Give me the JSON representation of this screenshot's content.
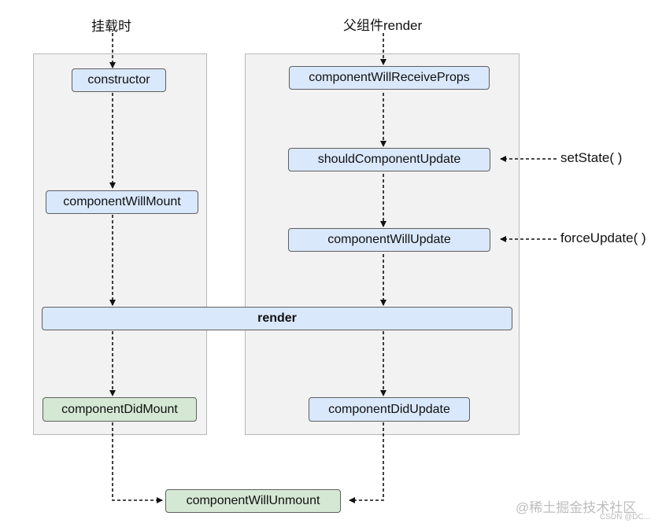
{
  "labels": {
    "mount_trigger": "挂载时",
    "update_trigger": "父组件render",
    "set_state": "setState( )",
    "force_update": "forceUpdate( )"
  },
  "nodes": {
    "constructor": "constructor",
    "component_will_mount": "componentWillMount",
    "render": "render",
    "component_did_mount": "componentDidMount",
    "component_will_receive_props": "componentWillReceiveProps",
    "should_component_update": "shouldComponentUpdate",
    "component_will_update": "componentWillUpdate",
    "component_did_update": "componentDidUpdate",
    "component_will_unmount": "componentWillUnmount"
  },
  "colors": {
    "blue_node": "#dae8fc",
    "green_node": "#d5e8d4",
    "group_bg": "#f2f2f2",
    "arrow": "#111111"
  },
  "watermark": {
    "main": "@稀土掘金技术社区",
    "sub": "CSDN @DC..."
  }
}
